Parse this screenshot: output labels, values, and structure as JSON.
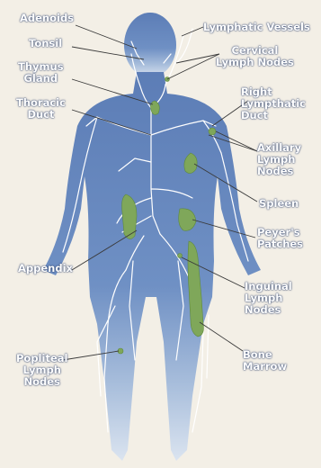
{
  "colors": {
    "background": "#f3efe6",
    "body_top": "#5f80b8",
    "body_bottom": "#cdd9ea",
    "vessels": "#ffffff",
    "organs": "#7fa75a",
    "leader_lines": "#3a3a3a"
  },
  "labels": {
    "adenoids": "Adenoids",
    "tonsil": "Tonsil",
    "thymus": "Thymus\nGland",
    "thoracic_duct": "Thoracic\nDuct",
    "lymphatic_vessels": "Lymphatic Vessels",
    "cervical": "Cervical\nLymph Nodes",
    "right_duct": "Right\nLympthatic\nDuct",
    "axillary": "Axillary\nLymph\nNodes",
    "spleen": "Spleen",
    "peyers": "Peyer's\nPatches",
    "appendix": "Appendix",
    "inguinal": "Inguinal\nLymph\nNodes",
    "popliteal": "Popliteal\nLymph\nNodes",
    "bone_marrow": "Bone\nMarrow"
  }
}
